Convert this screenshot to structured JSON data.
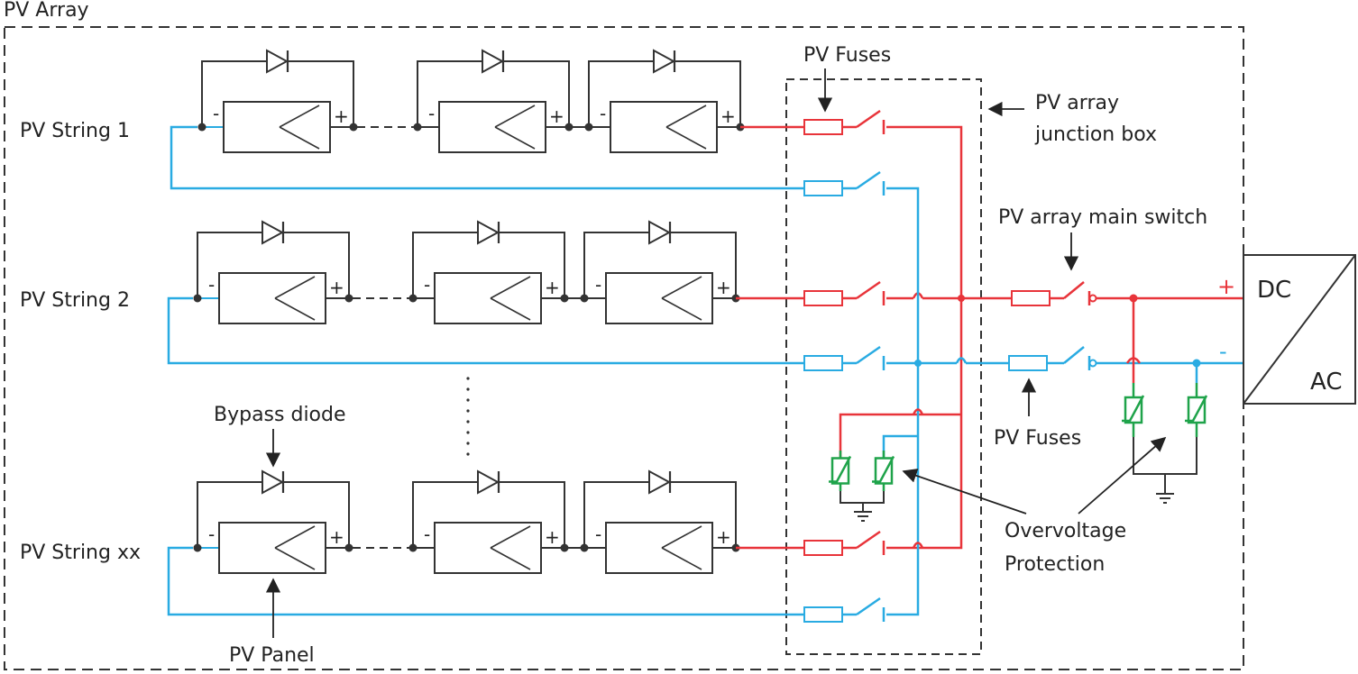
{
  "colors": {
    "positive": "#e8343a",
    "negative": "#29abe2",
    "surge": "#1fa34a",
    "ink": "#333333"
  },
  "labels": {
    "pv_array": "PV Array",
    "pv_string_1": "PV String 1",
    "pv_string_2": "PV String 2",
    "pv_string_xx": "PV String xx",
    "pv_fuses_top": "PV Fuses",
    "junction_box_line1": "PV array",
    "junction_box_line2": "junction box",
    "main_switch": "PV array main switch",
    "pv_fuses_bottom": "PV Fuses",
    "bypass_diode": "Bypass diode",
    "pv_panel": "PV Panel",
    "overvoltage_line1": "Overvoltage",
    "overvoltage_line2": "Protection",
    "inverter_dc": "DC",
    "inverter_ac": "AC",
    "plus": "+",
    "minus": "-"
  }
}
